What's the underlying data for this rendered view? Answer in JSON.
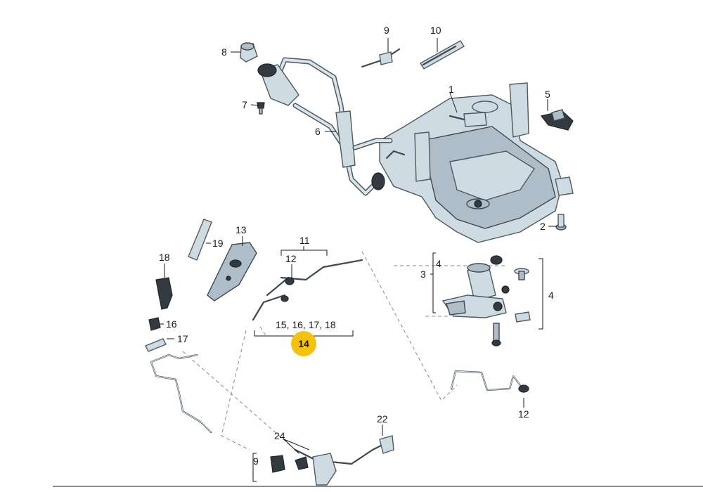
{
  "callouts": {
    "c1": "1",
    "c2": "2",
    "c3": "3",
    "c4a": "4",
    "c4b": "4",
    "c5": "5",
    "c6": "6",
    "c7": "7",
    "c8": "8",
    "c9": "9",
    "c10": "10",
    "c11": "11",
    "c12a": "12",
    "c12b": "12",
    "c13": "13",
    "c14": "14",
    "c15": "15, 16, 17, 18",
    "c16": "16",
    "c17": "17",
    "c18": "18",
    "c19": "19",
    "c22": "22",
    "c24": "24",
    "c9b": "9"
  },
  "highlight": {
    "color": "#f4c20d"
  }
}
